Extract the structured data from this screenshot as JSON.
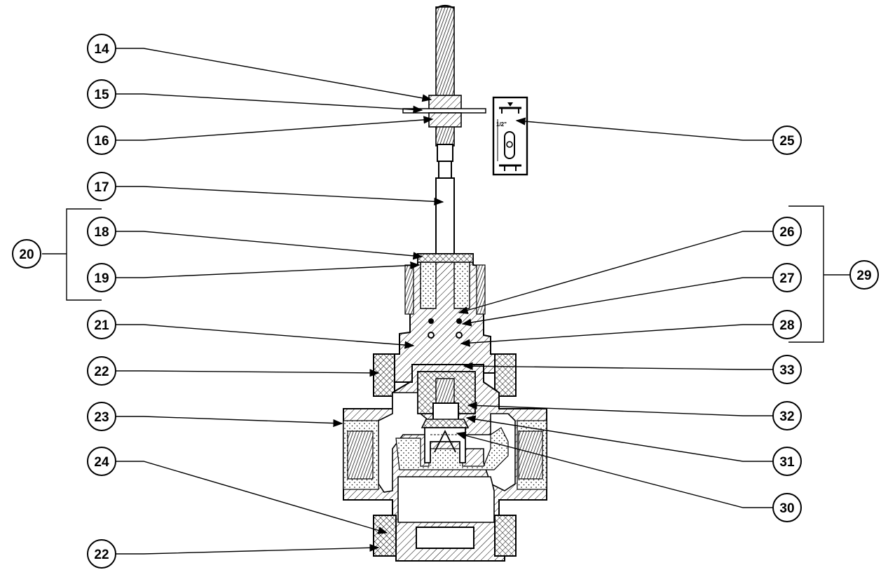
{
  "diagram": {
    "callouts_left": [
      {
        "id": "c14",
        "label": "14"
      },
      {
        "id": "c15",
        "label": "15"
      },
      {
        "id": "c16",
        "label": "16"
      },
      {
        "id": "c17",
        "label": "17"
      },
      {
        "id": "c18",
        "label": "18"
      },
      {
        "id": "c19",
        "label": "19"
      },
      {
        "id": "c20",
        "label": "20"
      },
      {
        "id": "c21",
        "label": "21"
      },
      {
        "id": "c22a",
        "label": "22"
      },
      {
        "id": "c23",
        "label": "23"
      },
      {
        "id": "c24",
        "label": "24"
      },
      {
        "id": "c22b",
        "label": "22"
      }
    ],
    "callouts_right": [
      {
        "id": "c25",
        "label": "25"
      },
      {
        "id": "c26",
        "label": "26"
      },
      {
        "id": "c27",
        "label": "27"
      },
      {
        "id": "c28",
        "label": "28"
      },
      {
        "id": "c29",
        "label": "29"
      },
      {
        "id": "c33",
        "label": "33"
      },
      {
        "id": "c32",
        "label": "32"
      },
      {
        "id": "c31",
        "label": "31"
      },
      {
        "id": "c30",
        "label": "30"
      }
    ],
    "gauge_label": "1/2\""
  },
  "colors": {
    "line": "#000000",
    "background": "#ffffff"
  }
}
